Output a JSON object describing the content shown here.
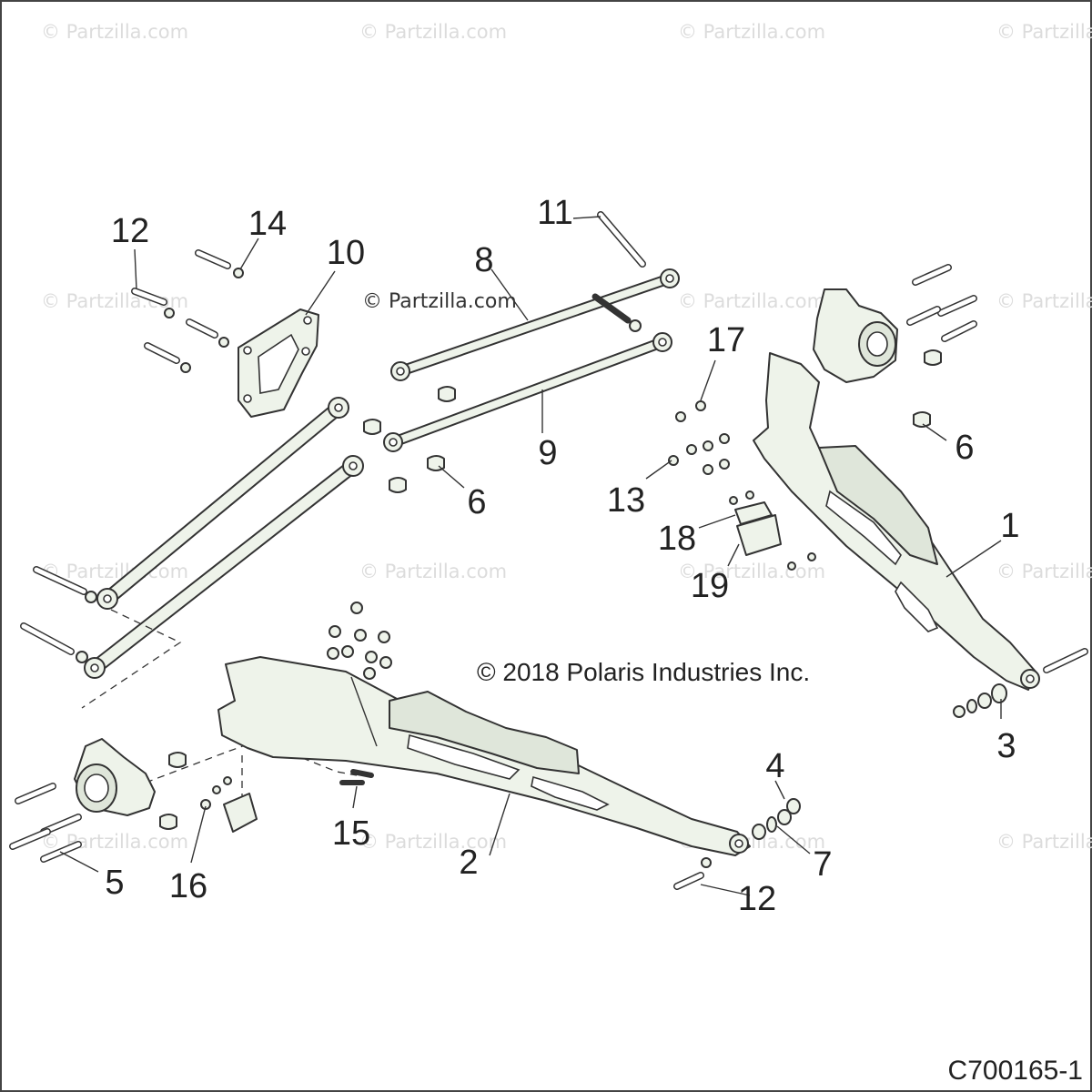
{
  "watermark": "© Partzilla.com",
  "copyright": "© 2018 Polaris Industries Inc.",
  "figure_id": "C700165-1",
  "callouts": [
    {
      "id": "c1",
      "label": "1"
    },
    {
      "id": "c2",
      "label": "2"
    },
    {
      "id": "c3",
      "label": "3"
    },
    {
      "id": "c4",
      "label": "4"
    },
    {
      "id": "c5",
      "label": "5"
    },
    {
      "id": "c6a",
      "label": "6"
    },
    {
      "id": "c6b",
      "label": "6"
    },
    {
      "id": "c7",
      "label": "7"
    },
    {
      "id": "c8",
      "label": "8"
    },
    {
      "id": "c9",
      "label": "9"
    },
    {
      "id": "c10",
      "label": "10"
    },
    {
      "id": "c11",
      "label": "11"
    },
    {
      "id": "c12a",
      "label": "12"
    },
    {
      "id": "c12b",
      "label": "12"
    },
    {
      "id": "c13",
      "label": "13"
    },
    {
      "id": "c14",
      "label": "14"
    },
    {
      "id": "c15",
      "label": "15"
    },
    {
      "id": "c16",
      "label": "16"
    },
    {
      "id": "c17",
      "label": "17"
    },
    {
      "id": "c18",
      "label": "18"
    },
    {
      "id": "c19",
      "label": "19"
    }
  ],
  "colors": {
    "line": "#333333",
    "part_fill": "#eef3ea",
    "watermark": "#dcdcdc"
  }
}
